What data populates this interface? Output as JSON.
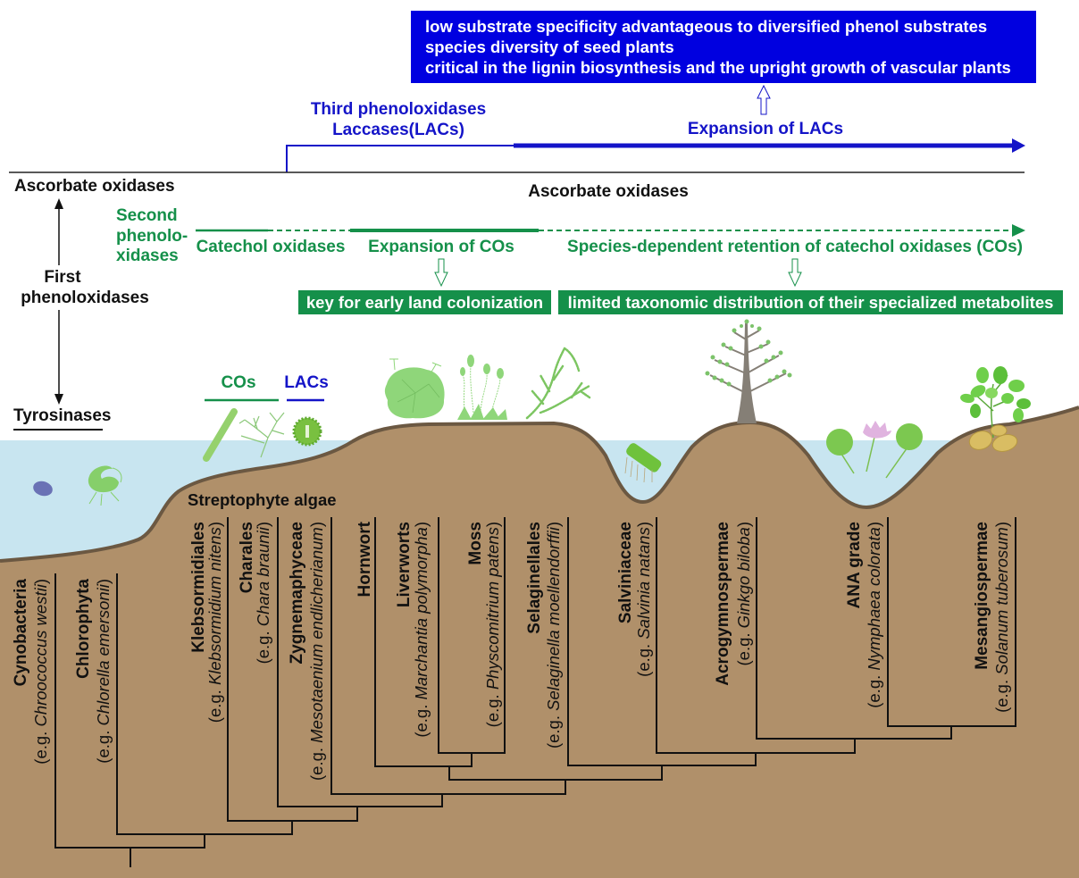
{
  "top_box": {
    "lines": [
      "low substrate specificity advantageous to diversified phenol substrates",
      "species diversity of seed plants",
      "critical in the lignin biosynthesis and the upright growth of vascular plants"
    ]
  },
  "laccases": {
    "title": "Third phenoloxidases",
    "subtitle": "Laccases(LACs)",
    "expansion": "Expansion of LACs"
  },
  "ascorbate": {
    "left_label": "Ascorbate oxidases",
    "right_label": "Ascorbate oxidases"
  },
  "first": {
    "line1": "First",
    "line2": "phenoloxidases",
    "tyrosinases": "Tyrosinases"
  },
  "second": {
    "lines": [
      "Second",
      "phenolo-",
      "xidases"
    ],
    "catechol": "Catechol oxidases",
    "expansion": "Expansion of COs",
    "retention": "Species-dependent retention of catechol oxidases (COs)",
    "box_left": "key for early land colonization",
    "box_right": "limited taxonomic distribution of their specialized metabolites"
  },
  "legend": {
    "cos": "COs",
    "lacs": "LACs"
  },
  "group_label": "Streptophyte algae",
  "tree": {
    "example_prefix": "(e.g. ",
    "example_suffix": ")",
    "taxa": [
      {
        "name": "Cynobacteria",
        "species": "Chroococcus westii"
      },
      {
        "name": "Chlorophyta",
        "species": "Chlorella emersonii"
      },
      {
        "name": "Klebsormidiales",
        "species": "Klebsormidium nitens"
      },
      {
        "name": "Charales",
        "species": "Chara braunii"
      },
      {
        "name": "Zygnemaphyceae",
        "species": "Mesotaenium endlicherianum"
      },
      {
        "name": "Hornwort",
        "species": null
      },
      {
        "name": "Liverworts",
        "species": "Marchantia polymorpha"
      },
      {
        "name": "Moss",
        "species": "Physcomitrium patens"
      },
      {
        "name": "Selaginellales",
        "species": "Selaginella moellendorffii"
      },
      {
        "name": "Salviniaceae",
        "species": "Salvinia natans"
      },
      {
        "name": "Acrogymnospermae",
        "species": "Ginkgo biloba"
      },
      {
        "name": "ANA grade",
        "species": "Nymphaea colorata"
      },
      {
        "name": "Mesangiospermae",
        "species": "Solanum tuberosum"
      }
    ]
  },
  "colors": {
    "laccase_blue": "#0000e0",
    "laccase_text_blue": "#1414c8",
    "catechol_green": "#15904a",
    "ground": "#b0906a",
    "ground_edge": "#6b5842",
    "water": "#c8e5f0"
  }
}
